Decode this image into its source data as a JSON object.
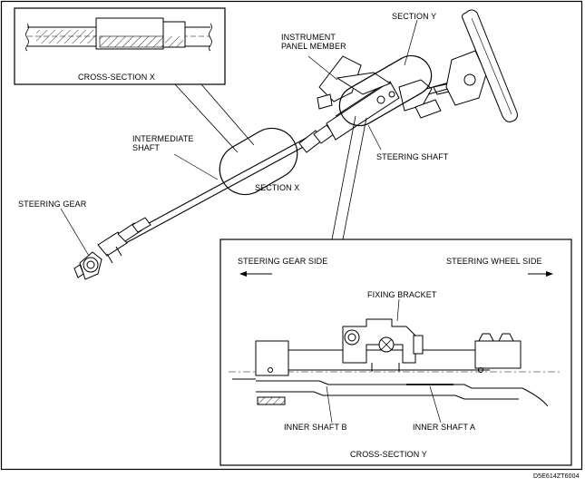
{
  "labels": {
    "cross_section_x": "CROSS-SECTION X",
    "section_y": "SECTION Y",
    "instrument_panel_member": "INSTRUMENT PANEL MEMBER",
    "intermediate_shaft": "INTERMEDIATE SHAFT",
    "steering_shaft": "STEERING SHAFT",
    "section_x": "SECTION X",
    "steering_gear": "STEERING GEAR",
    "steering_gear_side": "STEERING GEAR SIDE",
    "steering_wheel_side": "STEERING WHEEL SIDE",
    "fixing_bracket": "FIXING BRACKET",
    "inner_shaft_b": "INNER SHAFT B",
    "inner_shaft_a": "INNER SHAFT A",
    "cross_section_y": "CROSS-SECTION Y",
    "figure_code": "D5E614ZT6004"
  }
}
